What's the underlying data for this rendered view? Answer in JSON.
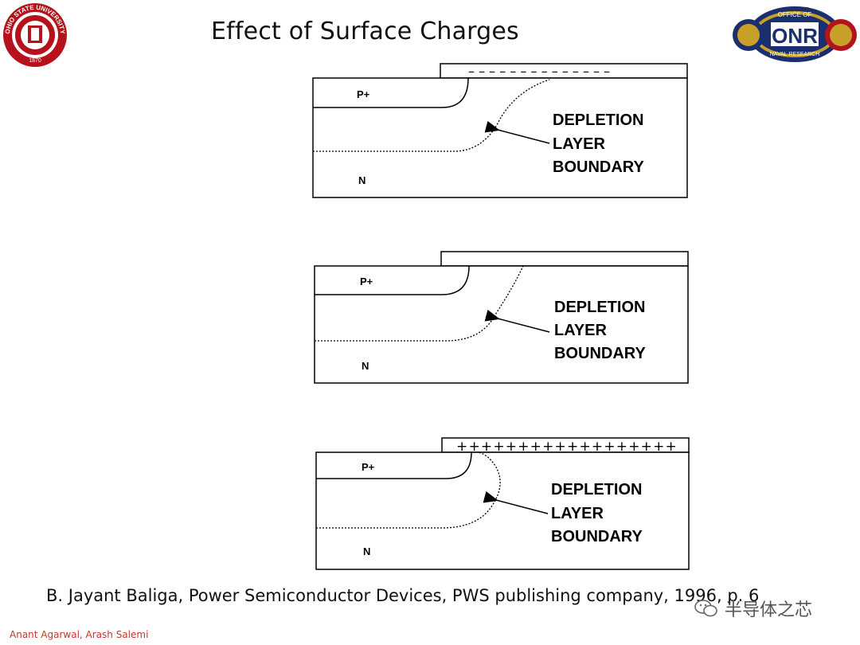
{
  "slide": {
    "title": "Effect of Surface Charges",
    "citation": "B. Jayant Baliga, Power Semiconductor Devices, PWS publishing company, 1996, p. 6",
    "footer_authors": "Anant Agarwal, Arash Salemi",
    "watermark_text": "半导体之芯"
  },
  "logos": {
    "left": {
      "ring_text": "OHIO STATE UNIVERSITY",
      "year": "1870",
      "color": "#b5121b"
    },
    "right": {
      "top_text": "OFFICE OF",
      "main_text": "ONR",
      "bottom_text": "NAVAL RESEARCH",
      "color": "#1a2f6e"
    }
  },
  "diagram": {
    "panels": [
      {
        "p_label": "P+",
        "n_label": "N",
        "surface_charge": "negative",
        "charge_symbols": "– – – – – – – – – – – – – –",
        "annotation": [
          "DEPLETION",
          "LAYER",
          "BOUNDARY"
        ]
      },
      {
        "p_label": "P+",
        "n_label": "N",
        "surface_charge": "none",
        "charge_symbols": "",
        "annotation": [
          "DEPLETION",
          "LAYER",
          "BOUNDARY"
        ]
      },
      {
        "p_label": "P+",
        "n_label": "N",
        "surface_charge": "positive",
        "charge_symbols": "++++++++++++++++++",
        "annotation": [
          "DEPLETION",
          "LAYER",
          "BOUNDARY"
        ]
      }
    ]
  }
}
